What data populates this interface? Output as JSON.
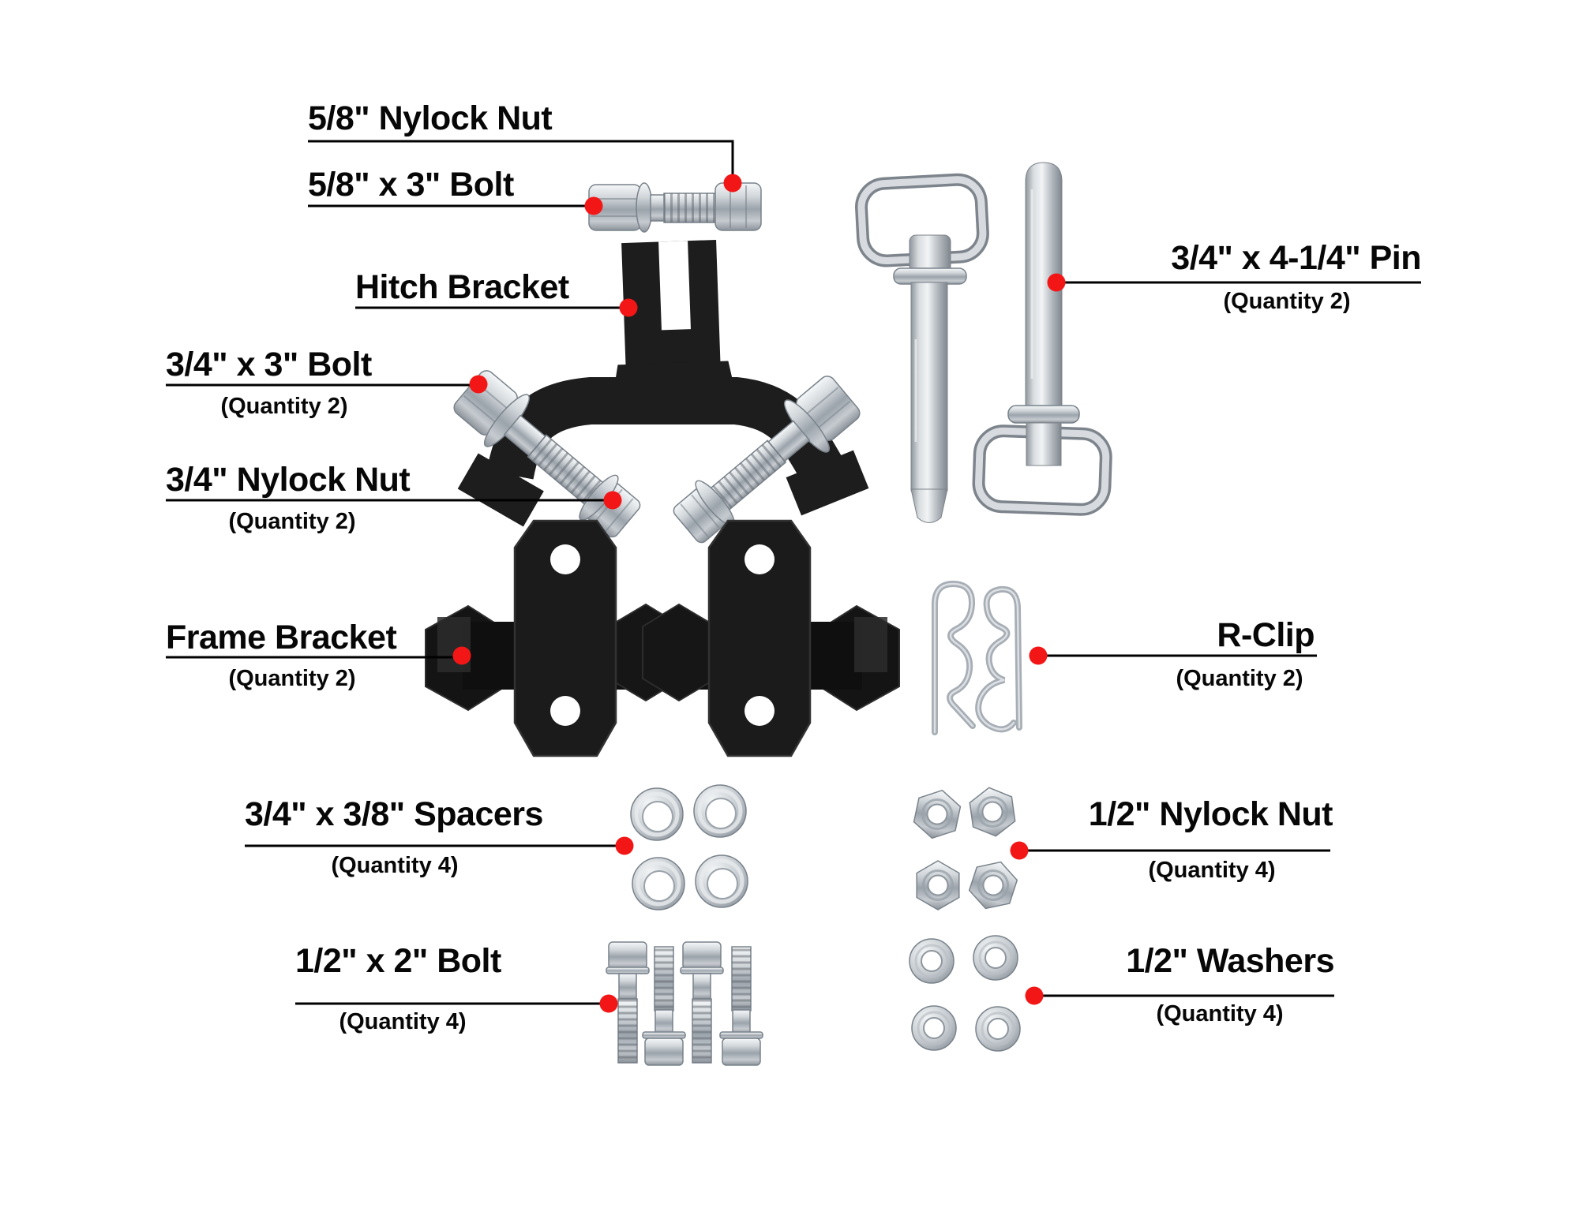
{
  "diagram": {
    "background": "#ffffff",
    "colors": {
      "callout_dot": "#f31616",
      "callout_line": "#000000",
      "label_text": "#070707",
      "part_dark": "#1d1d1d",
      "part_zinc": "#c9ced3"
    },
    "callouts": {
      "nylock_nut_58": {
        "title": "5/8\" Nylock Nut"
      },
      "bolt_58x3": {
        "title": "5/8\" x 3\" Bolt"
      },
      "hitch_bracket": {
        "title": "Hitch Bracket"
      },
      "bolt_34x3": {
        "title": "3/4\" x 3\" Bolt",
        "qty": "(Quantity 2)"
      },
      "nylock_nut_34": {
        "title": "3/4\" Nylock Nut",
        "qty": "(Quantity 2)"
      },
      "pin_34x414": {
        "title": "3/4\" x 4-1/4\" Pin",
        "qty": "(Quantity 2)"
      },
      "frame_bracket": {
        "title": "Frame Bracket",
        "qty": "(Quantity 2)"
      },
      "r_clip": {
        "title": "R-Clip",
        "qty": "(Quantity 2)"
      },
      "spacers_34x38": {
        "title": "3/4\" x 3/8\" Spacers",
        "qty": "(Quantity 4)"
      },
      "nylock_nut_12": {
        "title": "1/2\" Nylock Nut",
        "qty": "(Quantity 4)"
      },
      "bolt_12x2": {
        "title": "1/2\" x 2\" Bolt",
        "qty": "(Quantity 4)"
      },
      "washers_12": {
        "title": "1/2\" Washers",
        "qty": "(Quantity 4)"
      }
    }
  }
}
